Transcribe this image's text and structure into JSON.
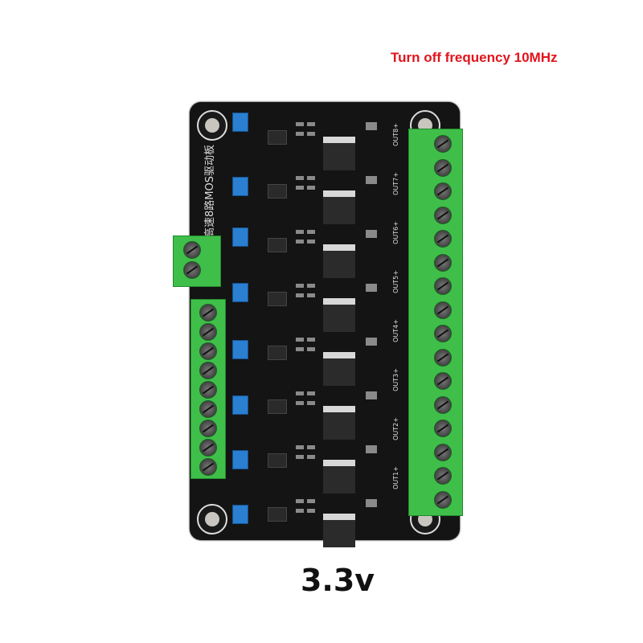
{
  "caption": "Turn off frequency 10MHz",
  "voltage_label": "3.3v",
  "board": {
    "title_silkscreen": "高速8路MOS驱动板",
    "outputs": [
      "OUT1+",
      "OUT2+",
      "OUT3+",
      "OUT4+",
      "OUT5+",
      "OUT6+",
      "OUT7+",
      "OUT8+"
    ],
    "colors": {
      "pcb": "#141414",
      "terminal": "#3fbf4a",
      "jumper": "#2a7fd0"
    }
  }
}
